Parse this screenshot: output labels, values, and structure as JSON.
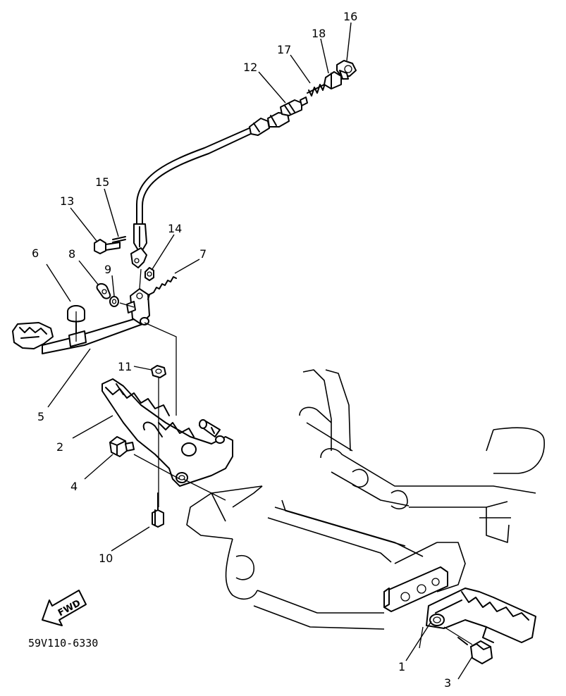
{
  "callouts": [
    "1",
    "2",
    "3",
    "4",
    "5",
    "6",
    "7",
    "8",
    "9",
    "10",
    "11",
    "12",
    "13",
    "14",
    "15",
    "16",
    "17",
    "18"
  ],
  "fwd_label": "FWD",
  "drawing_code": "59V110-6330"
}
